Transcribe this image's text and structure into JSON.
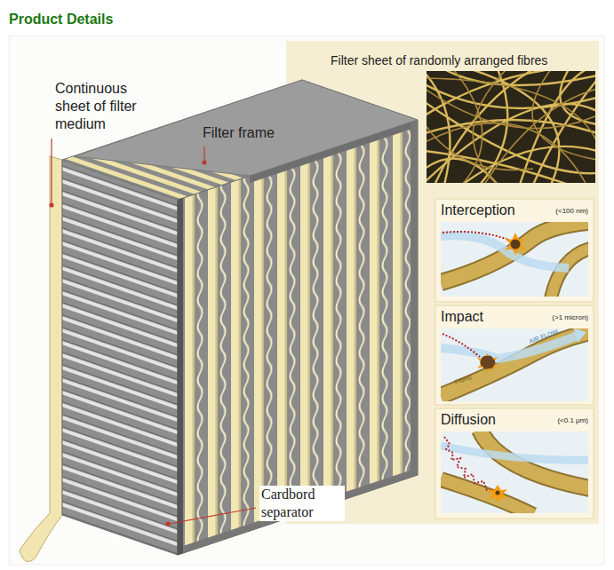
{
  "diagram": {
    "title": "Product Details",
    "nodes": [
      {
        "text": [
          "Filter sheet of randomly arranged fibres"
        ]
      },
      {
        "text": [
          "Interception",
          "(<100 nm)"
        ]
      },
      {
        "text": [
          "Impact",
          "(>1 micron)"
        ]
      },
      {
        "text": [
          "Diffusion",
          "(<0.1 μm)"
        ]
      }
    ],
    "labels": [
      "Continuous sheet of filter medium",
      "Filter frame",
      "Cardbord separator",
      "AIR FLOW",
      "FIBRE"
    ]
  }
}
